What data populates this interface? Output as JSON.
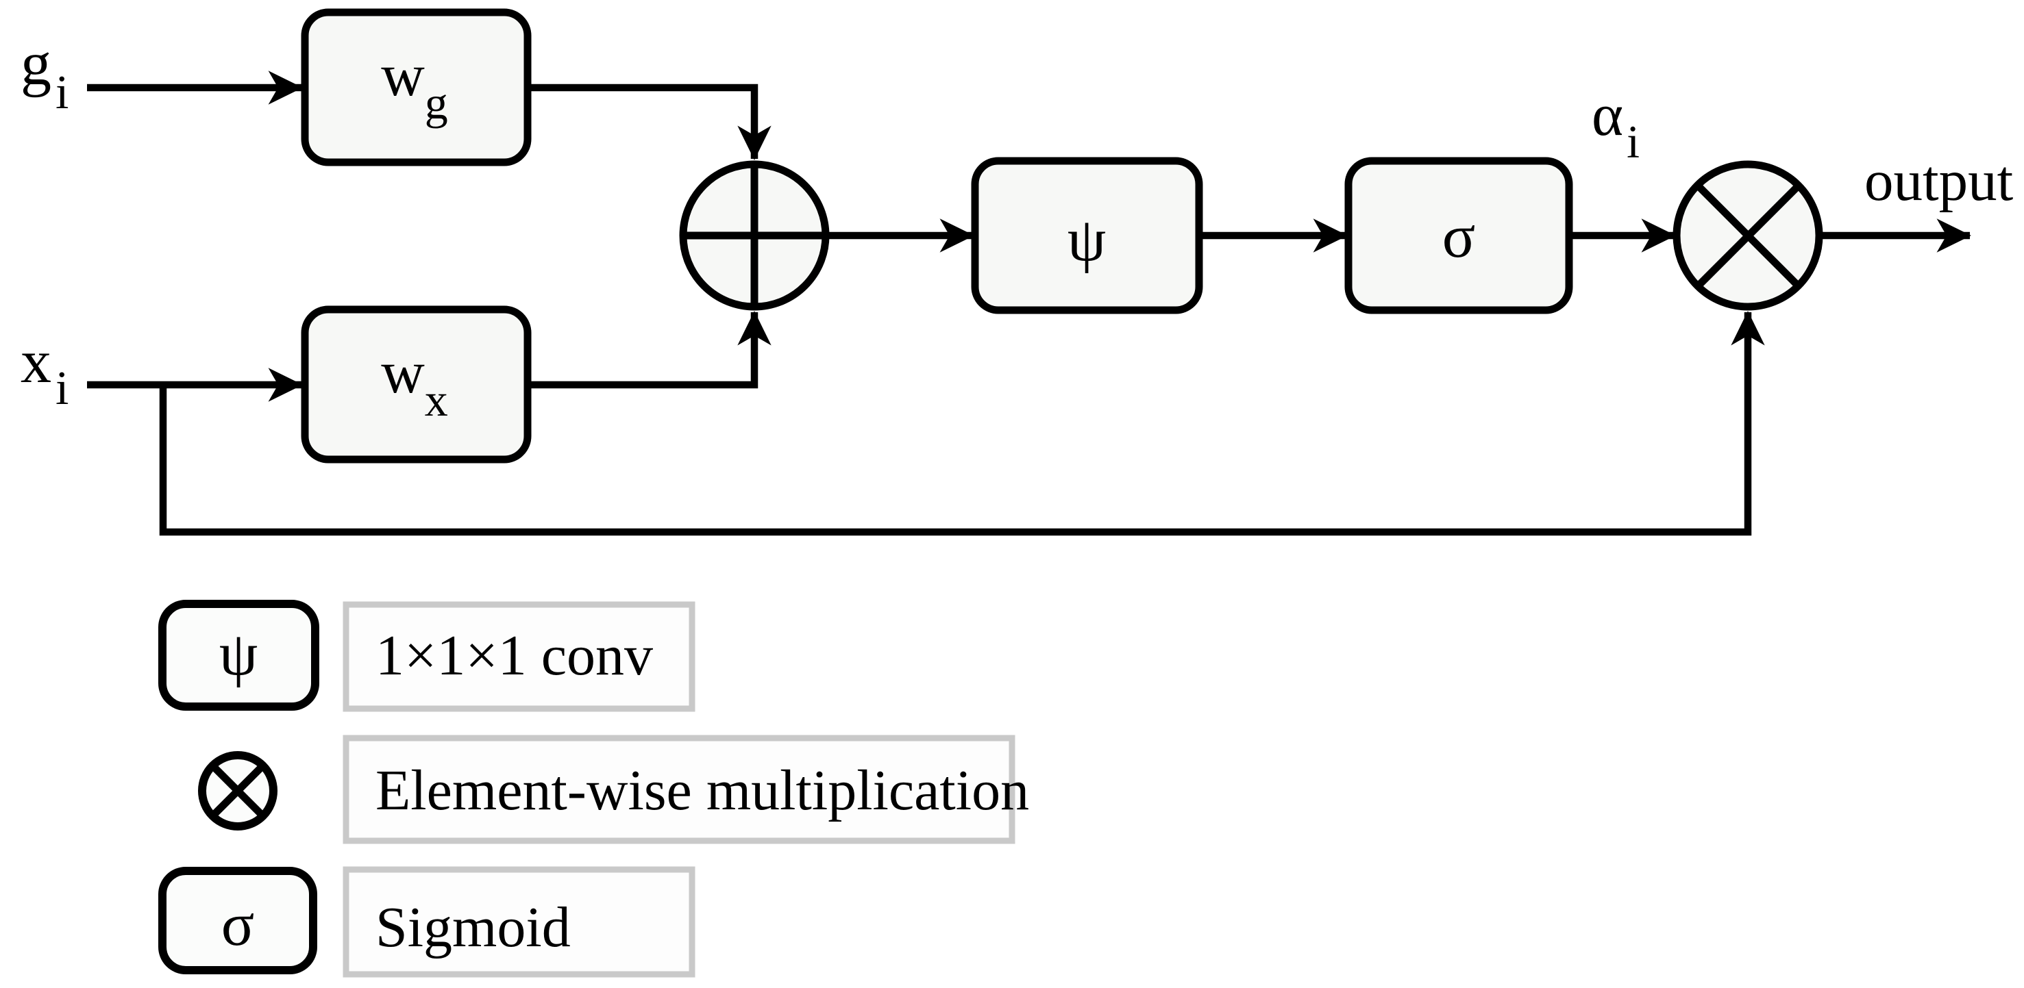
{
  "colors": {
    "line": "#000000",
    "node_fill": "#f7f8f6",
    "legend_label_border": "#c9c9c9",
    "background": "#ffffff"
  },
  "diagram": {
    "input_g": {
      "base": "g",
      "sub": "i"
    },
    "input_x": {
      "base": "x",
      "sub": "i"
    },
    "block_wg": {
      "base": "w",
      "sub": "g"
    },
    "block_wx": {
      "base": "w",
      "sub": "x"
    },
    "block_psi": {
      "label": "ψ"
    },
    "block_sigma": {
      "label": "σ"
    },
    "alpha": {
      "base": "α",
      "sub": "i"
    },
    "output_label": "output",
    "add_node_icon": "circled-plus",
    "multiply_node_icon": "circled-times"
  },
  "legend": {
    "items": [
      {
        "icon": "psi-block-icon",
        "symbol": "ψ",
        "label": "1×1×1 conv"
      },
      {
        "icon": "element-wise-multiplication-icon",
        "symbol": "⊗",
        "label": "Element-wise multiplication"
      },
      {
        "icon": "sigma-block-icon",
        "symbol": "σ",
        "label": "Sigmoid"
      }
    ]
  }
}
